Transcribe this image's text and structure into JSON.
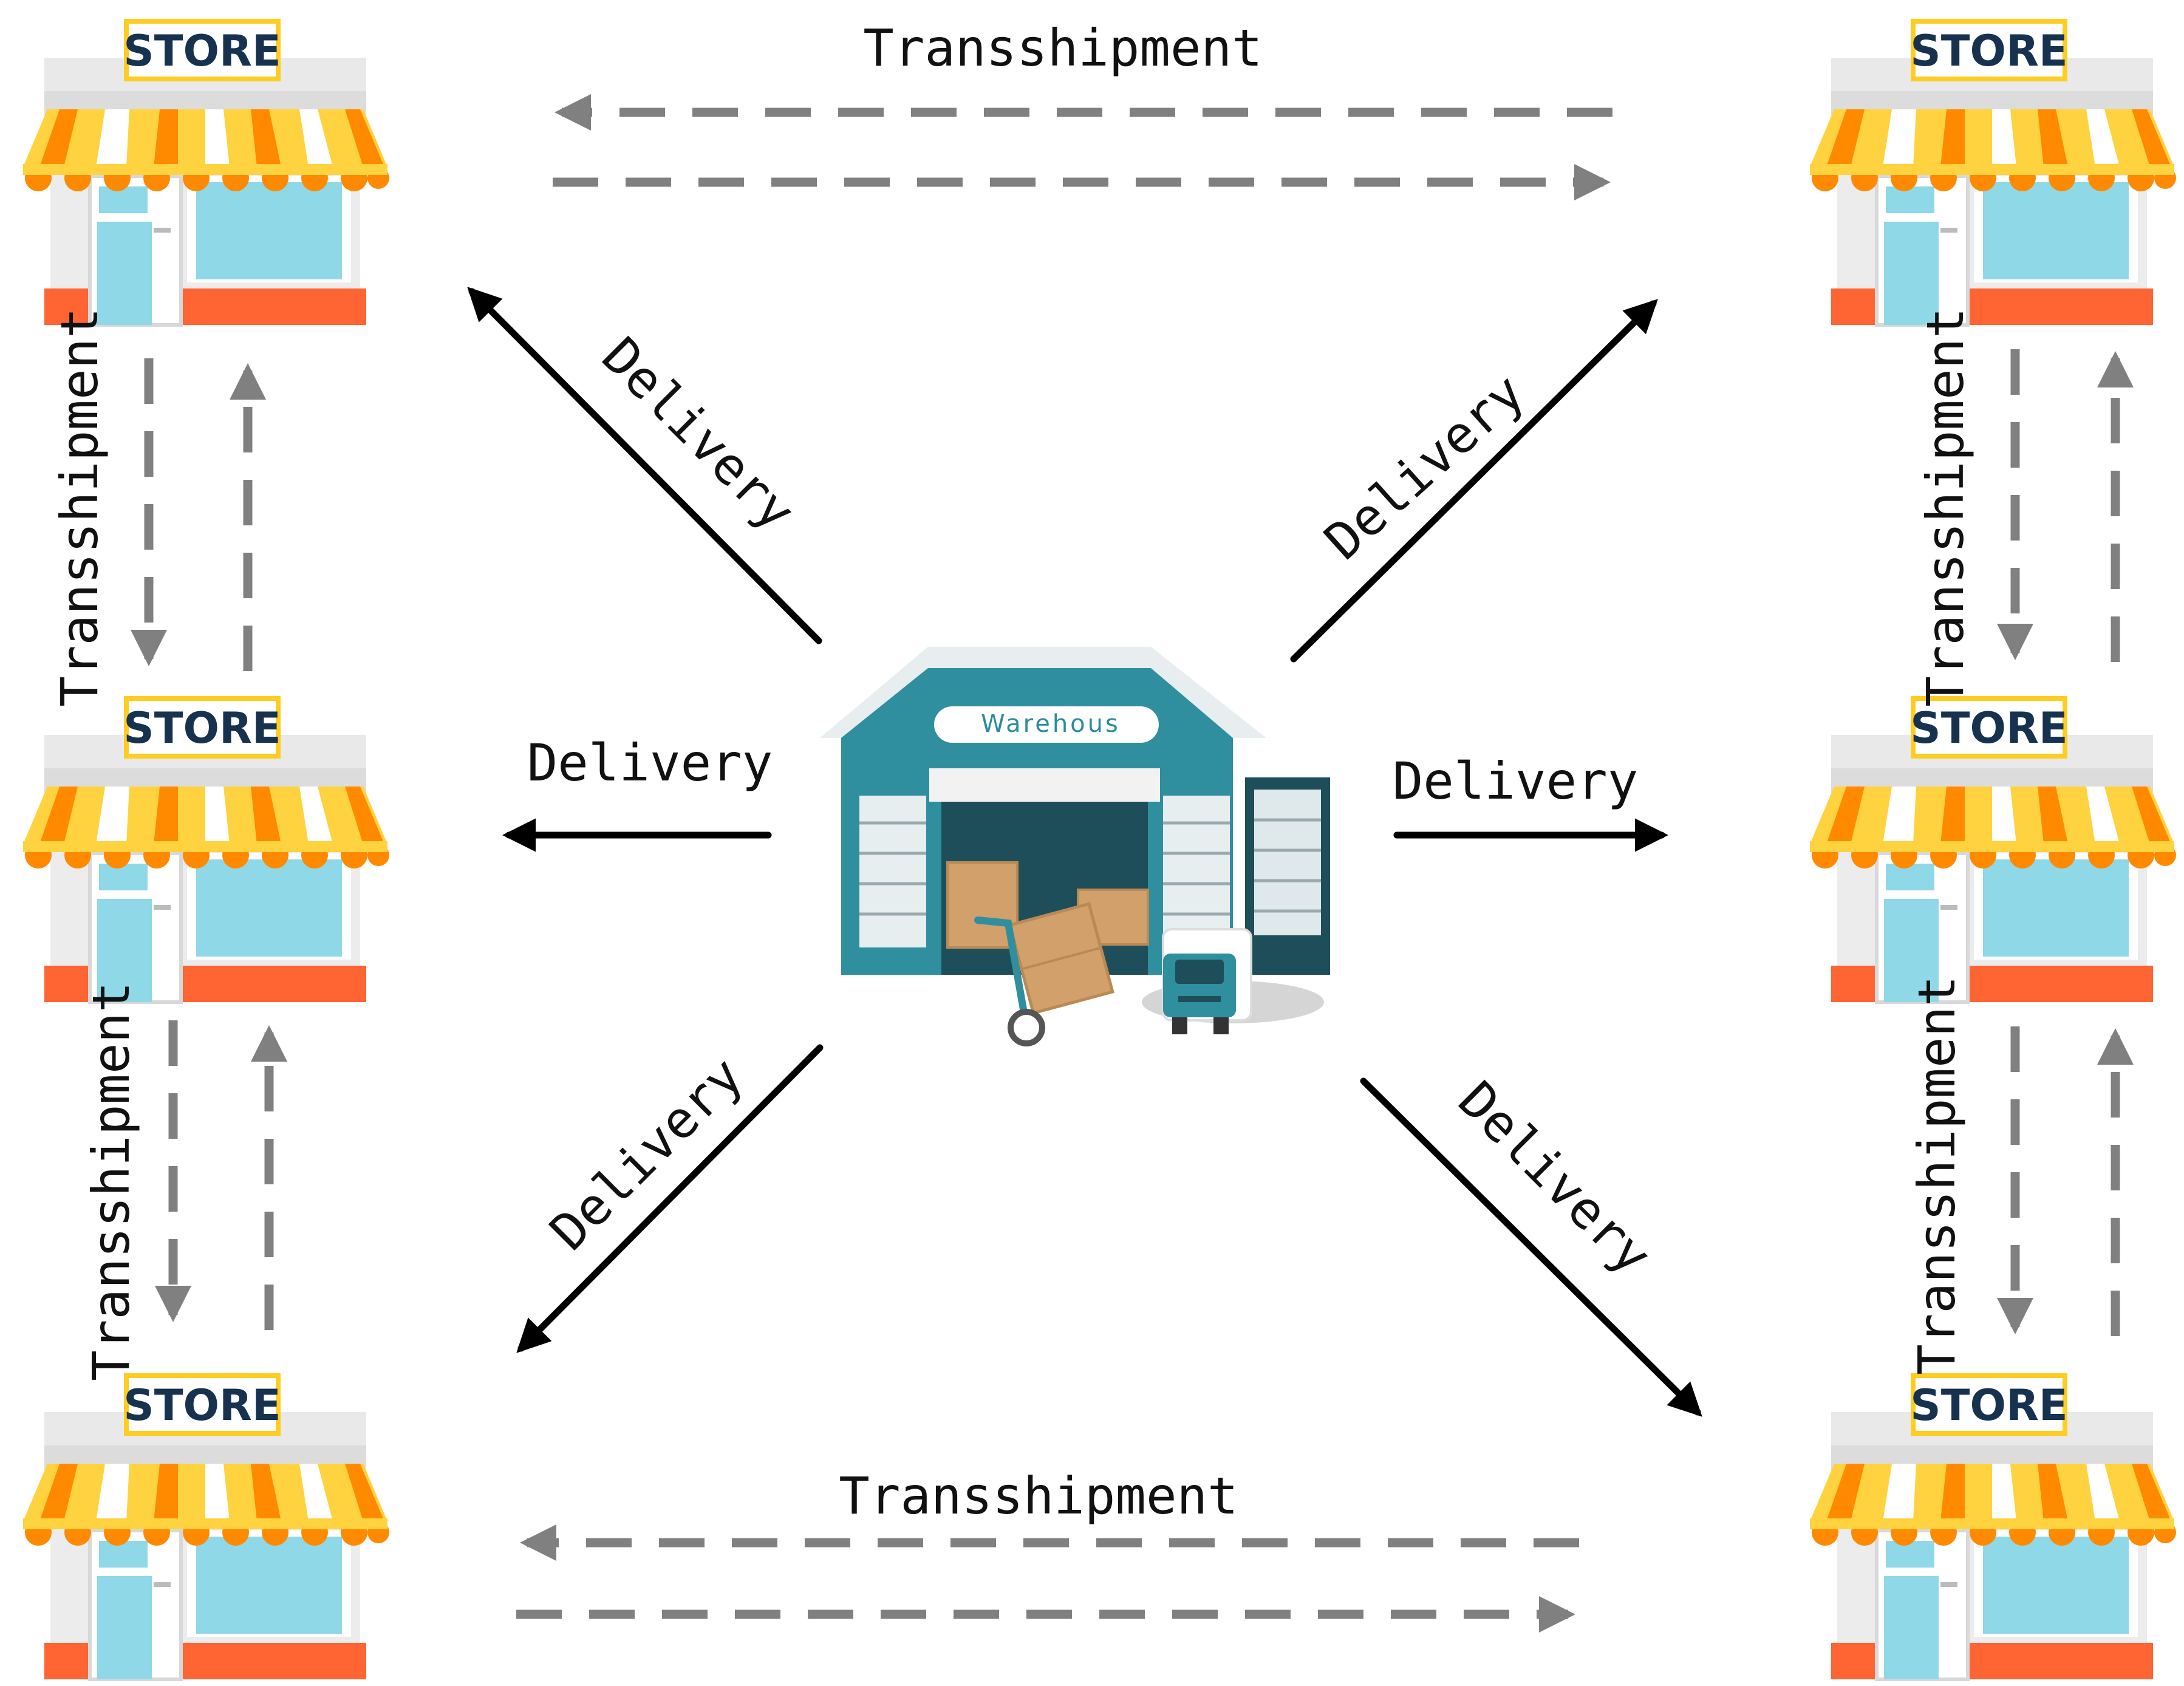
{
  "diagram": {
    "store_sign": "STORE",
    "warehouse_sign": "Warehous",
    "delivery_label": "Delivery",
    "transshipment_label": "Transshipment"
  },
  "colors": {
    "delivery_arrow": "#000000",
    "transshipment_arrow": "#808080",
    "awning_yellow": "#ffd23f",
    "awning_orange": "#ff8a00",
    "store_window": "#8fd8e8",
    "store_base": "#ff6433",
    "warehouse_teal": "#2f8f9e",
    "warehouse_dark": "#1e4e5a",
    "box_brown": "#d2a06a"
  },
  "icons": [
    "store-icon",
    "warehouse-icon",
    "hand-truck-icon",
    "truck-icon"
  ]
}
